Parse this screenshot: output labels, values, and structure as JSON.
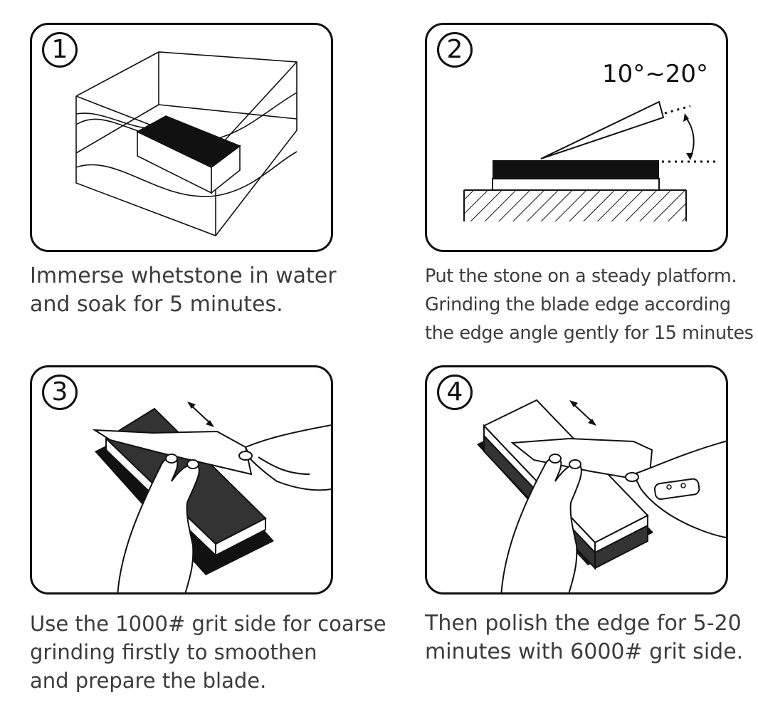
{
  "steps": [
    {
      "number": "1",
      "caption_lines": [
        "Immerse whetstone in water",
        "and soak for 5 minutes."
      ],
      "icon": "whetstone-soaking-in-water"
    },
    {
      "number": "2",
      "angle_label": "10°~20°",
      "caption_lines": [
        "Put the stone on a steady platform.",
        "Grinding the blade edge according",
        "the edge angle gently for 15 minutes"
      ],
      "icon": "blade-angle-on-stone"
    },
    {
      "number": "3",
      "caption_lines": [
        "Use the 1000# grit side for coarse",
        "grinding firstly to smoothen",
        "and prepare the blade."
      ],
      "icon": "coarse-grinding-hands-knife"
    },
    {
      "number": "4",
      "caption_lines": [
        "Then polish the edge for 5-20",
        "minutes with 6000# grit side."
      ],
      "icon": "polishing-hands-knife"
    }
  ],
  "colors": {
    "line": "#111111",
    "caption_text": "#3c3c3c",
    "background": "#ffffff"
  }
}
